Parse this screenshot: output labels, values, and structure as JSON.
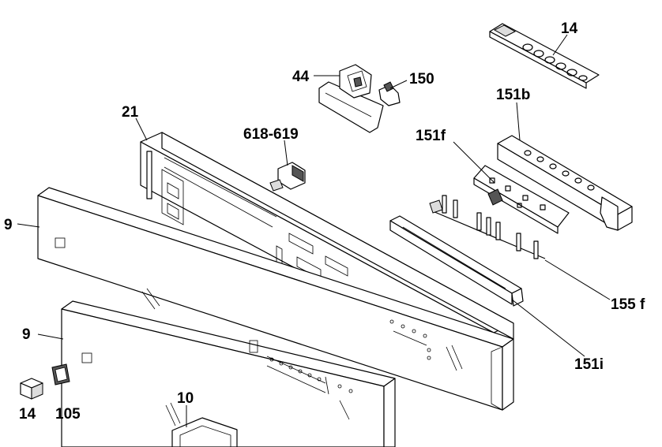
{
  "callouts": {
    "c14_top": "14",
    "c44": "44",
    "c150": "150",
    "c151b": "151b",
    "c21": "21",
    "c618": "618-619",
    "c151f": "151f",
    "c9_upper": "9",
    "c155f": "155 f",
    "c151i": "151i",
    "c9_lower": "9",
    "c14_bottom": "14",
    "c105": "105",
    "c10": "10"
  }
}
